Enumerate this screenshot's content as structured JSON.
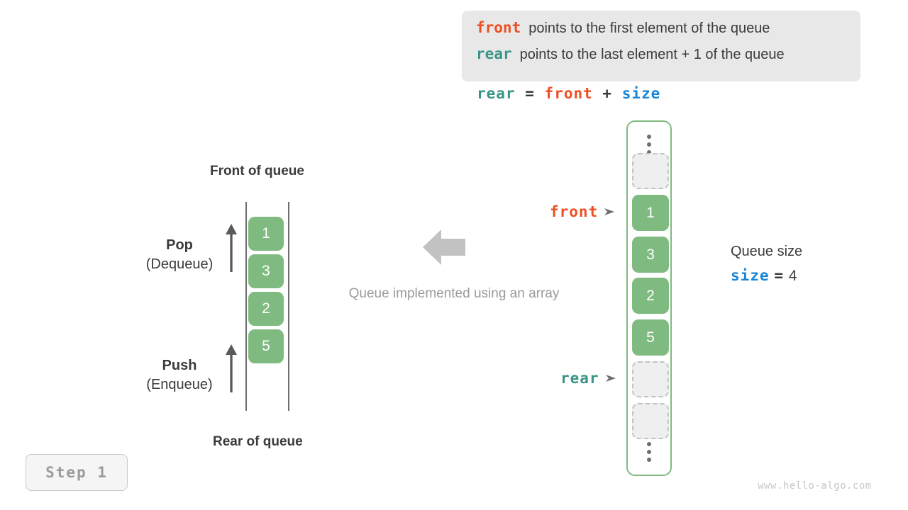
{
  "legend": {
    "lines": [
      {
        "keyword": "front",
        "keyword_color": "#ee4f22",
        "text": "points to the first element of the queue"
      },
      {
        "keyword": "rear",
        "keyword_color": "#389487",
        "text": "points to the last element + 1 of the queue"
      }
    ],
    "background": "#e8e8e8"
  },
  "formula": {
    "lhs": "rear",
    "eq": "=",
    "rhs1": "front",
    "plus": "+",
    "rhs2": "size"
  },
  "left_panel": {
    "top_label": "Front of queue",
    "bottom_label": "Rear of queue",
    "cells": [
      "1",
      "3",
      "2",
      "5"
    ],
    "pop": {
      "title": "Pop",
      "subtitle": "(Dequeue)"
    },
    "push": {
      "title": "Push",
      "subtitle": "(Enqueue)"
    },
    "cell_color": "#7fbb80"
  },
  "middle": {
    "caption": "Queue implemented using an array",
    "arrow_direction": "left",
    "arrow_color": "#c2c2c2"
  },
  "array_panel": {
    "border_color": "#7fbb80",
    "cells": [
      {
        "type": "empty",
        "value": ""
      },
      {
        "type": "filled",
        "value": "1"
      },
      {
        "type": "filled",
        "value": "3"
      },
      {
        "type": "filled",
        "value": "2"
      },
      {
        "type": "filled",
        "value": "5"
      },
      {
        "type": "empty",
        "value": ""
      },
      {
        "type": "empty",
        "value": ""
      }
    ],
    "pointers": {
      "front": {
        "label": "front",
        "color": "#ee4f22"
      },
      "rear": {
        "label": "rear",
        "color": "#389487"
      }
    }
  },
  "size_info": {
    "title": "Queue size",
    "name": "size",
    "eq": "=",
    "value": "4",
    "name_color": "#1a85d6"
  },
  "step_badge": {
    "label": "Step 1"
  },
  "watermark": {
    "text": "www.hello-algo.com"
  }
}
